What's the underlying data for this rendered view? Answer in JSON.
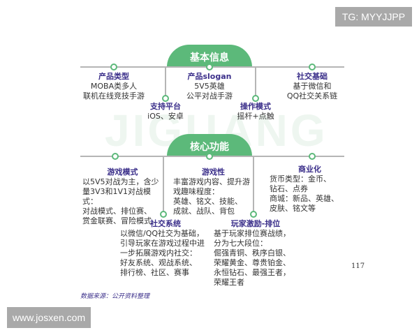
{
  "badges": {
    "top_right": "TG: MYYJJPP",
    "bottom_left": "www.josxen.com"
  },
  "watermark": "JIGUANG",
  "colors": {
    "accent": "#5cb97a",
    "title": "#3b2f8a",
    "line": "#b5b5b5"
  },
  "section1": {
    "title": "基本信息",
    "items": [
      {
        "title": "产品类型",
        "lines": [
          "MOBA类多人",
          "联机在线竞技手游"
        ]
      },
      {
        "title": "产品slogan",
        "lines": [
          "5V5英雄",
          "公平对战手游"
        ]
      },
      {
        "title": "社交基础",
        "lines": [
          "基于微信和",
          "QQ社交关系链"
        ]
      },
      {
        "title": "支持平台",
        "lines": [
          "iOS、安卓"
        ]
      },
      {
        "title": "操作模式",
        "lines": [
          "摇杆+点触"
        ]
      }
    ]
  },
  "section2": {
    "title": "核心功能",
    "items": [
      {
        "title": "游戏模式",
        "lines": [
          "以5V5对战为主，含少",
          "量3V3和1V1对战模式：",
          "对战模式、排位赛、",
          "赏金联赛、冒险模式"
        ]
      },
      {
        "title": "游戏性",
        "lines": [
          "丰富游戏内容、提升游",
          "戏趣味程度：",
          "英雄、铭文、技能、",
          "成就、战队、背包"
        ]
      },
      {
        "title": "商业化",
        "lines": [
          "货币类型：金币、",
          "钻石、点券",
          "商城：新品、英雄、",
          "皮肤、铭文等"
        ]
      },
      {
        "title": "社交系统",
        "lines": [
          "以微信/QQ社交为基础，",
          "引导玩家在游戏过程中进",
          "一步拓展游戏内社交：",
          "好友系统、观战系统、",
          "排行榜、社区、赛事"
        ]
      },
      {
        "title": "玩家激励-排位",
        "lines": [
          "基于玩家排位赛战绩，",
          "分为七大段位：",
          "倔强青铜、秩序白银、",
          "荣耀黄金、尊贵铂金、",
          "永恒钻石、最强王者，",
          "荣耀王者"
        ]
      }
    ]
  },
  "page_number": "117",
  "source": "数据来源：公开资料整理"
}
